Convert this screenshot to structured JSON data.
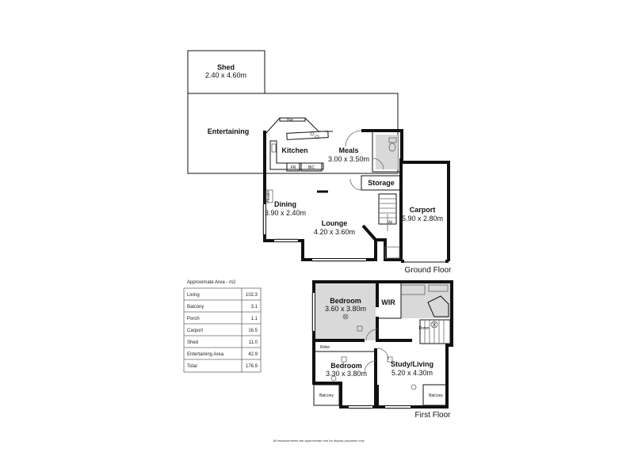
{
  "rooms": {
    "shed": {
      "name": "Shed",
      "dims": "2.40 x 4.60m"
    },
    "entertaining": {
      "name": "Entertaining"
    },
    "kitchen": {
      "name": "Kitchen"
    },
    "meals": {
      "name": "Meals",
      "dims": "3.00 x 3.50m"
    },
    "storage": {
      "name": "Storage"
    },
    "dining": {
      "name": "Dining",
      "dims": "3.90 x 2.40m"
    },
    "lounge": {
      "name": "Lounge",
      "dims": "4.20 x 3.60m"
    },
    "carport": {
      "name": "Carport",
      "dims": "5.90 x 2.80m"
    },
    "bedroom1": {
      "name": "Bedroom",
      "dims": "3.60 x 3.80m"
    },
    "wir": {
      "name": "WIR"
    },
    "robe": {
      "name": "Robe"
    },
    "bedroom2": {
      "name": "Bedroom",
      "dims": "3.30 x 3.80m"
    },
    "study": {
      "name": "Study/Living",
      "dims": "5.20 x 4.30m"
    },
    "balcony_left": {
      "name": "Balcony"
    },
    "balcony_right": {
      "name": "Balcony"
    }
  },
  "fixtures": {
    "bar": "Bar",
    "fr": "FR",
    "bic": "BIC",
    "heater": "Heater",
    "up": "Up",
    "down": "Down"
  },
  "floors": {
    "ground": "Ground Floor",
    "first": "First Floor"
  },
  "area_table": {
    "title": "Approximate Area - m2",
    "rows": [
      {
        "label": "Living",
        "value": "102.3"
      },
      {
        "label": "Balcony",
        "value": "3.1"
      },
      {
        "label": "Porch",
        "value": "1.1"
      },
      {
        "label": "Carport",
        "value": "16.5"
      },
      {
        "label": "Shed",
        "value": "11.0"
      },
      {
        "label": "Entertaining Area",
        "value": "42.9"
      },
      {
        "label": "Total",
        "value": "176.9"
      }
    ]
  },
  "disclaimer": "All measurements are approximate and for display purposes only"
}
